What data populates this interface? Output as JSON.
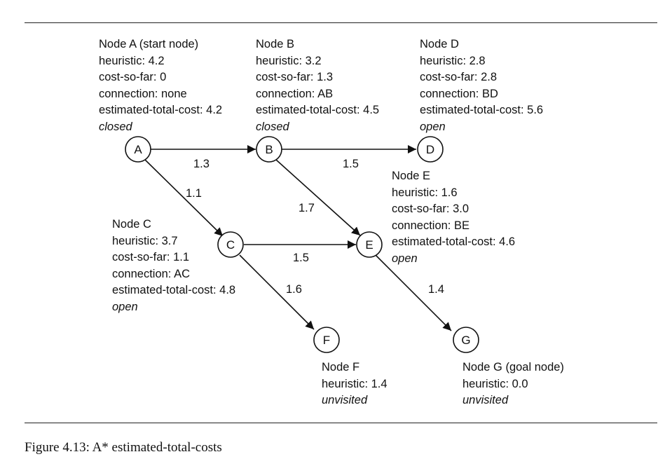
{
  "nodes": {
    "A": {
      "letter": "A",
      "title": "Node A (start node)",
      "heuristic": "heuristic: 4.2",
      "cost_so_far": "cost-so-far: 0",
      "connection": "connection: none",
      "estimated_total_cost": "estimated-total-cost: 4.2",
      "status": "closed"
    },
    "B": {
      "letter": "B",
      "title": "Node B",
      "heuristic": "heuristic: 3.2",
      "cost_so_far": "cost-so-far: 1.3",
      "connection": "connection: AB",
      "estimated_total_cost": "estimated-total-cost: 4.5",
      "status": "closed"
    },
    "C": {
      "letter": "C",
      "title": "Node C",
      "heuristic": "heuristic: 3.7",
      "cost_so_far": "cost-so-far: 1.1",
      "connection": "connection: AC",
      "estimated_total_cost": "estimated-total-cost: 4.8",
      "status": "open"
    },
    "D": {
      "letter": "D",
      "title": "Node D",
      "heuristic": "heuristic: 2.8",
      "cost_so_far": "cost-so-far: 2.8",
      "connection": "connection: BD",
      "estimated_total_cost": "estimated-total-cost: 5.6",
      "status": "open"
    },
    "E": {
      "letter": "E",
      "title": "Node E",
      "heuristic": "heuristic: 1.6",
      "cost_so_far": "cost-so-far: 3.0",
      "connection": "connection: BE",
      "estimated_total_cost": "estimated-total-cost: 4.6",
      "status": "open"
    },
    "F": {
      "letter": "F",
      "title": "Node F",
      "heuristic": "heuristic: 1.4",
      "status": "unvisited"
    },
    "G": {
      "letter": "G",
      "title": "Node G (goal node)",
      "heuristic": "heuristic: 0.0",
      "status": "unvisited"
    }
  },
  "edges": {
    "AB": {
      "from": "A",
      "to": "B",
      "weight": "1.3"
    },
    "AC": {
      "from": "A",
      "to": "C",
      "weight": "1.1"
    },
    "BD": {
      "from": "B",
      "to": "D",
      "weight": "1.5"
    },
    "BE": {
      "from": "B",
      "to": "E",
      "weight": "1.7"
    },
    "CE": {
      "from": "C",
      "to": "E",
      "weight": "1.5"
    },
    "CF": {
      "from": "C",
      "to": "F",
      "weight": "1.6"
    },
    "EG": {
      "from": "E",
      "to": "G",
      "weight": "1.4"
    }
  },
  "caption": "Figure 4.13: A* estimated-total-costs"
}
